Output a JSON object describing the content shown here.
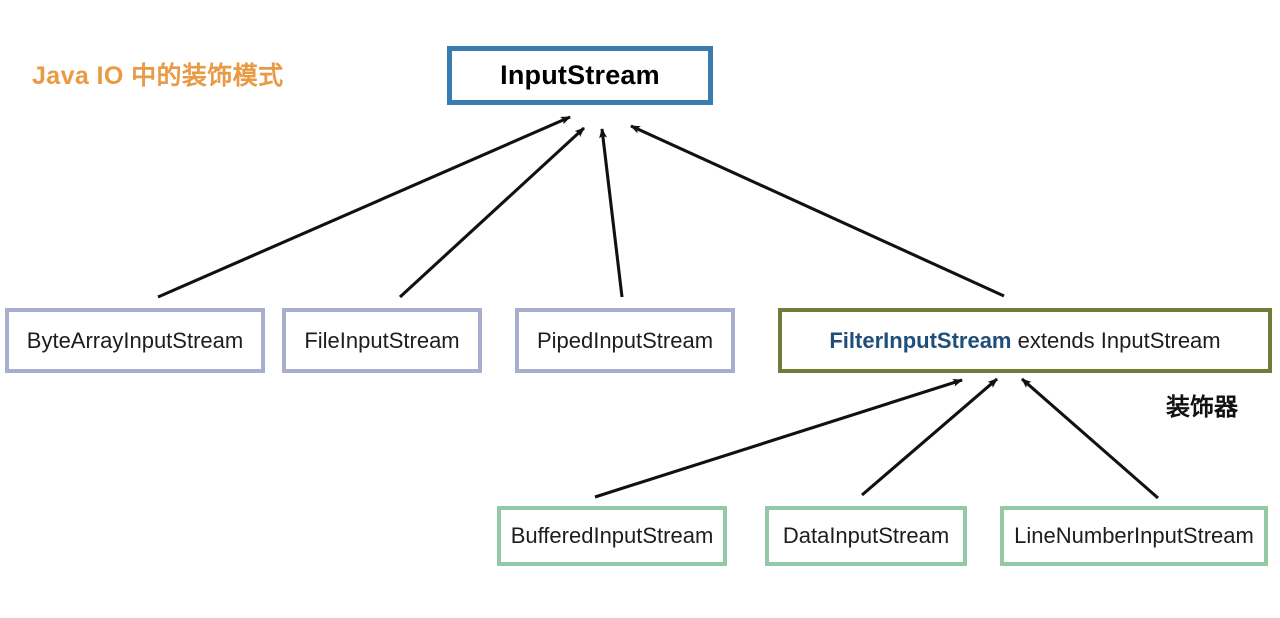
{
  "diagram": {
    "title": "Java IO 中的装饰模式",
    "title_color": "#e89a45",
    "background": "#ffffff",
    "annotation": "装饰器",
    "nodes": {
      "root": {
        "label": "InputStream",
        "border_color": "#3b7cb0"
      },
      "subclasses": [
        {
          "label": "ByteArrayInputStream",
          "border_color": "#a7aece"
        },
        {
          "label": "FileInputStream",
          "border_color": "#a7aece"
        },
        {
          "label": "PipedInputStream",
          "border_color": "#a7aece"
        }
      ],
      "filter": {
        "label_bold": "FilterInputStream",
        "label_rest": " extends InputStream",
        "border_color": "#757a3b",
        "bold_color": "#1f4e79"
      },
      "decorators": [
        {
          "label": "BufferedInputStream",
          "border_color": "#93c9a4"
        },
        {
          "label": "DataInputStream",
          "border_color": "#93c9a4"
        },
        {
          "label": "LineNumberInputStream",
          "border_color": "#93c9a4"
        }
      ]
    },
    "edges": [
      {
        "from": "ByteArrayInputStream",
        "to": "InputStream"
      },
      {
        "from": "FileInputStream",
        "to": "InputStream"
      },
      {
        "from": "PipedInputStream",
        "to": "InputStream"
      },
      {
        "from": "FilterInputStream",
        "to": "InputStream"
      },
      {
        "from": "BufferedInputStream",
        "to": "FilterInputStream"
      },
      {
        "from": "DataInputStream",
        "to": "FilterInputStream"
      },
      {
        "from": "LineNumberInputStream",
        "to": "FilterInputStream"
      }
    ],
    "edge_color": "#111111"
  }
}
